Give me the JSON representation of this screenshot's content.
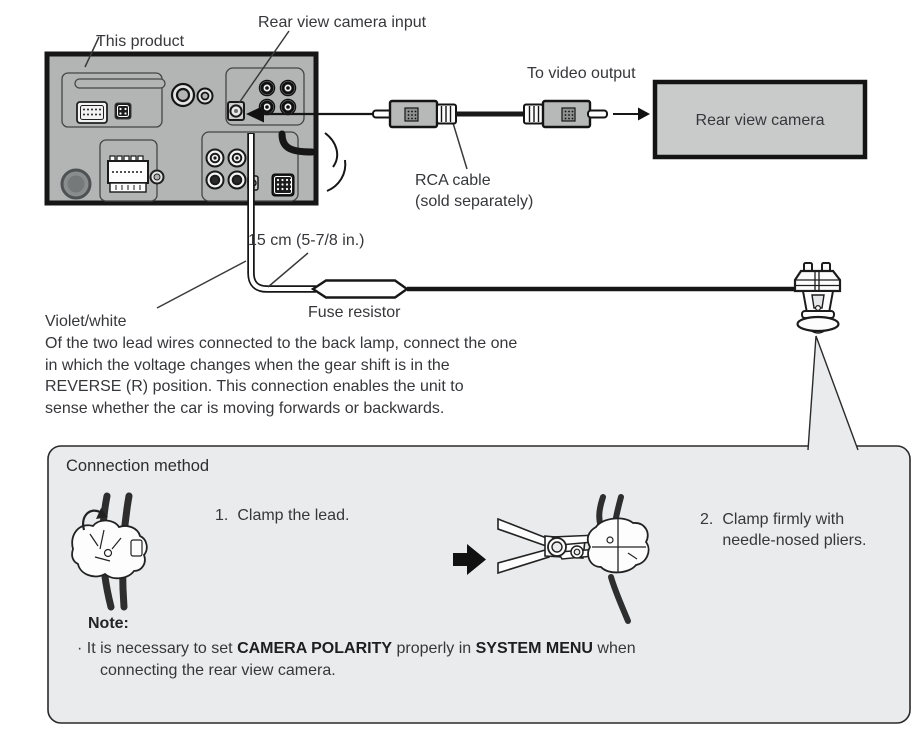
{
  "colors": {
    "panel_gray": "#b3b5b5",
    "camera_box_gray": "#c9cbcb",
    "method_box_gray": "#e9ebec",
    "line_black": "#1c1c1c",
    "text_color": "#36373a"
  },
  "diagram": {
    "product_label": "This product",
    "camera_input_label": "Rear view camera input",
    "video_output_label": "To video output",
    "camera_box_label": "Rear view camera",
    "rca_cable_label_line1": "RCA cable",
    "rca_cable_label_line2": "(sold separately)",
    "lead_length_label": "15 cm (5-7/8 in.)",
    "fuse_resistor_label": "Fuse resistor",
    "lead_color_label": "Violet/white",
    "lead_description_lines": [
      "Of the two lead wires connected to the back lamp, connect the one",
      "in which the voltage changes when the gear shift is in the",
      "REVERSE (R) position. This connection enables the unit to",
      "sense whether the car is moving forwards or backwards."
    ]
  },
  "connection_method": {
    "title": "Connection method",
    "step1_number": "1.",
    "step1_text": "Clamp the lead.",
    "step2_number": "2.",
    "step2_line1": "Clamp firmly with",
    "step2_line2": "needle-nosed pliers.",
    "note_label": "Note:",
    "note_bullet": "·",
    "note_seg1": "It is necessary to set ",
    "note_bold1": "CAMERA POLARITY",
    "note_seg2": " properly in ",
    "note_bold2": "SYSTEM MENU",
    "note_seg3": " when",
    "note_line2": "connecting the rear view camera."
  }
}
